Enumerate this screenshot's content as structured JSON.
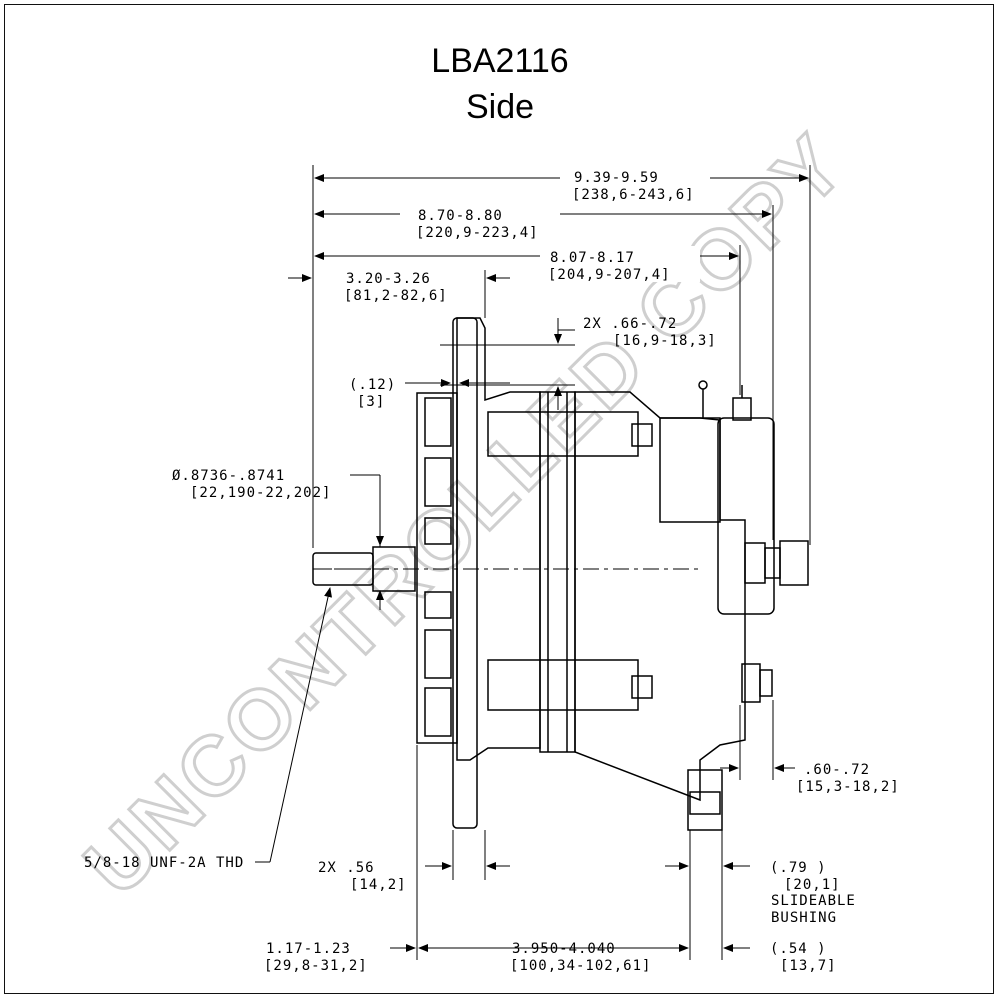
{
  "title": "LBA2116",
  "subtitle": "Side",
  "watermark": "UNCONTROLLED COPY",
  "dimensions": {
    "overall_length": "9.39-9.59",
    "overall_length_mm": "[238,6-243,6]",
    "length_b": "8.70-8.80",
    "length_b_mm": "[220,9-223,4]",
    "length_c": "8.07-8.17",
    "length_c_mm": "[204,9-207,4]",
    "front_len": "3.20-3.26",
    "front_len_mm": "[81,2-82,6]",
    "ear_2x": "2X .66-.72",
    "ear_2x_mm": "[16,9-18,3]",
    "gap": "(.12)",
    "gap_mm": "[3]",
    "shaft_dia": "Ø.8736-.8741",
    "shaft_dia_mm": "[22,190-22,202]",
    "thread": "5/8-18 UNF-2A THD",
    "mount_2x": "2X .56",
    "mount_2x_mm": "[14,2]",
    "terminal": ".60-.72",
    "terminal_mm": "[15,3-18,2]",
    "bushing": "(.79    )",
    "bushing_mm": "[20,1]",
    "bushing_label1": "SLIDEABLE",
    "bushing_label2": "BUSHING",
    "bottom_left": "1.17-1.23",
    "bottom_left_mm": "[29,8-31,2]",
    "bottom_mid": "3.950-4.040",
    "bottom_mid_mm": "[100,34-102,61]",
    "bottom_right": "(.54    )",
    "bottom_right_mm": "[13,7]"
  }
}
